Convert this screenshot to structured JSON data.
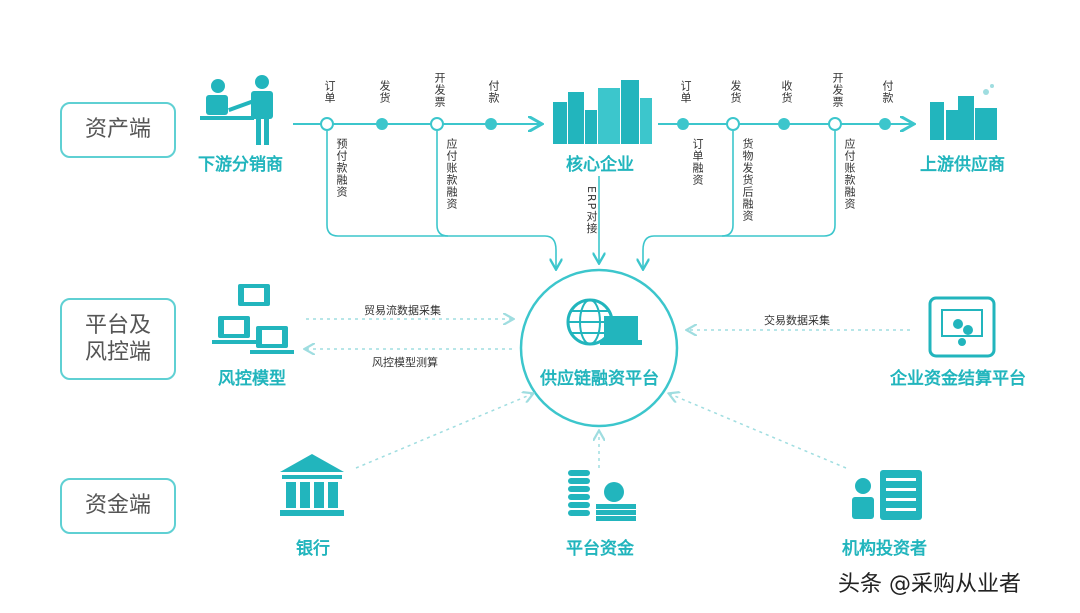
{
  "rows": {
    "asset": "资产端",
    "platform_line1": "平台及",
    "platform_line2": "风控端",
    "fund": "资金端"
  },
  "nodes": {
    "downstream": "下游分销商",
    "core": "核心企业",
    "upstream": "上游供应商",
    "risk_model": "风控模型",
    "platform": "供应链融资平台",
    "settlement": "企业资金结算平台",
    "bank": "银行",
    "platform_fund": "平台资金",
    "investor": "机构投资者"
  },
  "flow_left": [
    "订单",
    "发货",
    "开发票",
    "付款"
  ],
  "flow_right": [
    "订单",
    "发货",
    "收货",
    "开发票",
    "付款"
  ],
  "finance_left": [
    "预付款融资",
    "应付账款融资"
  ],
  "finance_right": [
    "订单融资",
    "货物发货后融资",
    "应付账款融资"
  ],
  "erp": "ERP对接",
  "edges": {
    "trade_data": "贸易流数据采集",
    "model_calc": "风控模型测算",
    "tx_data": "交易数据采集"
  },
  "watermark": "头条 @采购从业者",
  "colors": {
    "accent": "#3cc6cc",
    "accent_dark": "#1fb0b8"
  }
}
